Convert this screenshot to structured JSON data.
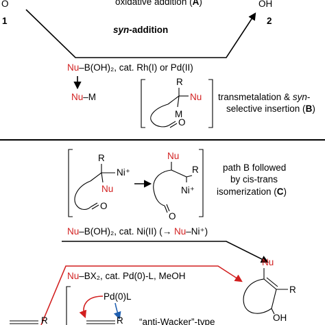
{
  "top": {
    "compound_1_atom": "O",
    "compound_1_label": "1",
    "compound_2_atom": "OH",
    "compound_2_label": "2",
    "arrow_label_prefix": "oxidative addition (",
    "arrow_label_letter": "A",
    "arrow_label_suffix": ")",
    "syn_addition_italic": "syn",
    "syn_addition_rest": "-addition",
    "reagent_nu": "Nu",
    "reagent_rest": "–B(OH)₂, cat. Rh(I) or Pd(II)",
    "numetal_nu": "Nu",
    "numetal_m": "–M",
    "intermediate_r": "R",
    "intermediate_nu": "Nu",
    "intermediate_m": "M",
    "intermediate_o": "O",
    "path_b_line1_prefix": "transmetalation & ",
    "path_b_line1_italic": "syn",
    "path_b_line1_suffix": "-",
    "path_b_line2_prefix": "selective insertion (",
    "path_b_line2_letter": "B",
    "path_b_line2_suffix": ")"
  },
  "middle": {
    "left_r": "R",
    "left_ni": "Ni⁺",
    "left_nu": "Nu",
    "left_o": "O",
    "right_nu": "Nu",
    "right_r": "R",
    "right_ni": "Ni⁺",
    "right_o": "O",
    "path_c_line1": "path B followed",
    "path_c_line2": "by cis-trans",
    "path_c_line3_prefix": "isomerization (",
    "path_c_line3_letter": "C",
    "path_c_line3_suffix": ")",
    "reagent_nu": "Nu",
    "reagent_rest": "–B(OH)₂, cat. Ni(II) (→ ",
    "reagent_nu2": "Nu",
    "reagent_tail": "–Ni⁺)"
  },
  "bottom": {
    "reagent_nu": "Nu",
    "reagent_rest": "–BX₂, cat. Pd(0)-L, MeOH",
    "product_nu": "Nu",
    "product_r": "R",
    "product_oh": "OH",
    "bracket_catalyst": "Pd(0)L",
    "left_r": "R",
    "inner_r": "R",
    "anti_wacker": "“anti-Wacker”-type"
  },
  "colors": {
    "red": "#d21f1f",
    "blue": "#1f5fb0"
  }
}
